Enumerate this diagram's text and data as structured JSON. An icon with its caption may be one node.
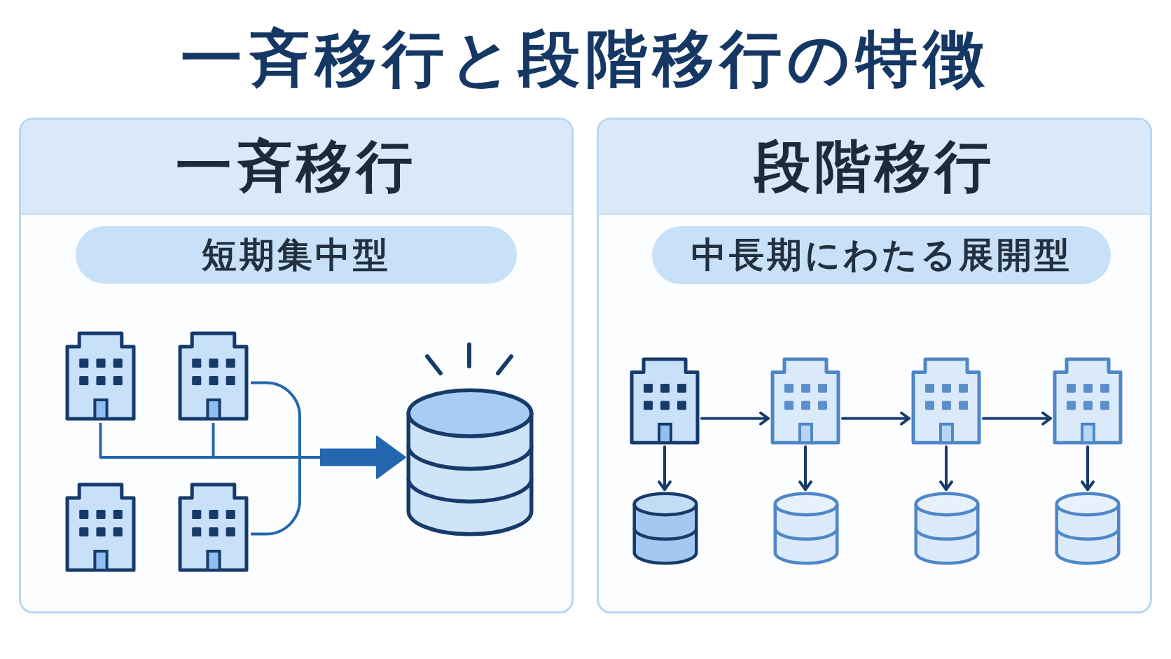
{
  "diagram": {
    "title": "一斉移行と段階移行の特徴",
    "nodes": [
      {
        "text": [
          "一斉移行"
        ]
      },
      {
        "text": [
          "短期集中型"
        ],
        "in": 0
      },
      {
        "text": [],
        "shape": "picture",
        "in": 0
      },
      {
        "text": [],
        "shape": "picture",
        "in": 0
      },
      {
        "text": [],
        "shape": "picture",
        "in": 0
      },
      {
        "text": [],
        "shape": "picture",
        "in": 0
      },
      {
        "text": [],
        "shape": "cylinder",
        "in": 0
      },
      {
        "text": [
          "段階移行"
        ]
      },
      {
        "text": [
          "中長期にわたる展開型"
        ],
        "in": 7
      },
      {
        "text": [],
        "shape": "picture",
        "in": 7
      },
      {
        "text": [],
        "shape": "picture",
        "in": 7
      },
      {
        "text": [],
        "shape": "picture",
        "in": 7
      },
      {
        "text": [],
        "shape": "picture",
        "in": 7
      },
      {
        "text": [],
        "shape": "cylinder",
        "in": 7
      },
      {
        "text": [],
        "shape": "cylinder",
        "in": 7
      },
      {
        "text": [],
        "shape": "cylinder",
        "in": 7
      },
      {
        "text": [],
        "shape": "cylinder",
        "in": 7
      }
    ],
    "edges": [
      {
        "from": 2,
        "to": 6,
        "arrow": "to",
        "color": "#2466b0"
      },
      {
        "from": 3,
        "to": 6,
        "arrow": "to",
        "color": "#2466b0"
      },
      {
        "from": 3,
        "to": 6,
        "arrow": "to",
        "color": "#2466b0"
      },
      {
        "from": 5,
        "to": 6,
        "arrow": "to",
        "color": "#2466b0"
      },
      {
        "from": 9,
        "to": 10,
        "arrow": "to"
      },
      {
        "from": 10,
        "to": 11,
        "arrow": "to"
      },
      {
        "from": 11,
        "to": 12,
        "arrow": "to"
      },
      {
        "from": 9,
        "to": 13,
        "arrow": "to"
      },
      {
        "from": 10,
        "to": 14,
        "arrow": "to"
      },
      {
        "from": 11,
        "to": 15,
        "arrow": "to"
      },
      {
        "from": 12,
        "to": 16,
        "arrow": "to"
      }
    ]
  }
}
